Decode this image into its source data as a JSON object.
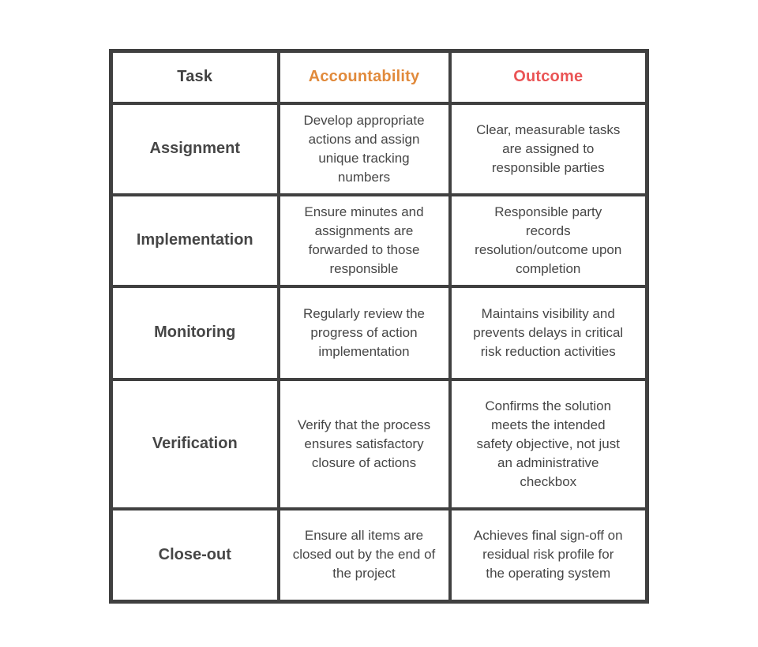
{
  "page": {
    "background": "#FFFFFF"
  },
  "table": {
    "border_color": "#404040",
    "text_color": "#464646",
    "header": {
      "task": {
        "label": "Task",
        "color": "#404040"
      },
      "accountability": {
        "label": "Accountability",
        "color": "#E18A3B"
      },
      "outcome": {
        "label": "Outcome",
        "color": "#EA5455"
      }
    },
    "rows": [
      {
        "task": "Assignment",
        "accountability": "Develop appropriate actions and assign unique tracking numbers",
        "outcome": "Clear, measurable tasks are assigned to responsible parties"
      },
      {
        "task": "Implementation",
        "accountability": "Ensure minutes and assignments are forwarded to those responsible",
        "outcome": "Responsible party records resolution/outcome upon completion"
      },
      {
        "task": "Monitoring",
        "accountability": "Regularly review the progress of action implementation",
        "outcome": "Maintains visibility and prevents delays in critical risk reduction activities"
      },
      {
        "task": "Verification",
        "accountability": "Verify that the process ensures satisfactory closure of actions",
        "outcome": "Confirms the solution meets the intended safety objective, not just an administrative checkbox"
      },
      {
        "task": "Close-out",
        "accountability": "Ensure all items are closed out by the end of the project",
        "outcome": "Achieves final sign-off on residual risk profile for the operating system"
      }
    ]
  }
}
